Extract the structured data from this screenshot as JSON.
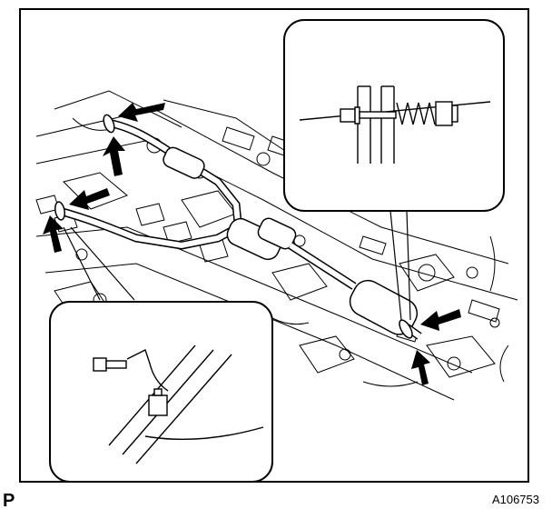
{
  "figure": {
    "corner_label": "P",
    "figure_id": "A106753"
  },
  "callouts": {
    "top_right": "bolt-and-spring-detail",
    "bottom_left": "bolt-and-bracket-detail"
  },
  "icons": [
    "arrow-icon",
    "bolt-icon",
    "spring-icon",
    "exhaust-pipe-icon",
    "muffler-icon"
  ],
  "colors": {
    "ink": "#000000",
    "paper": "#ffffff"
  }
}
